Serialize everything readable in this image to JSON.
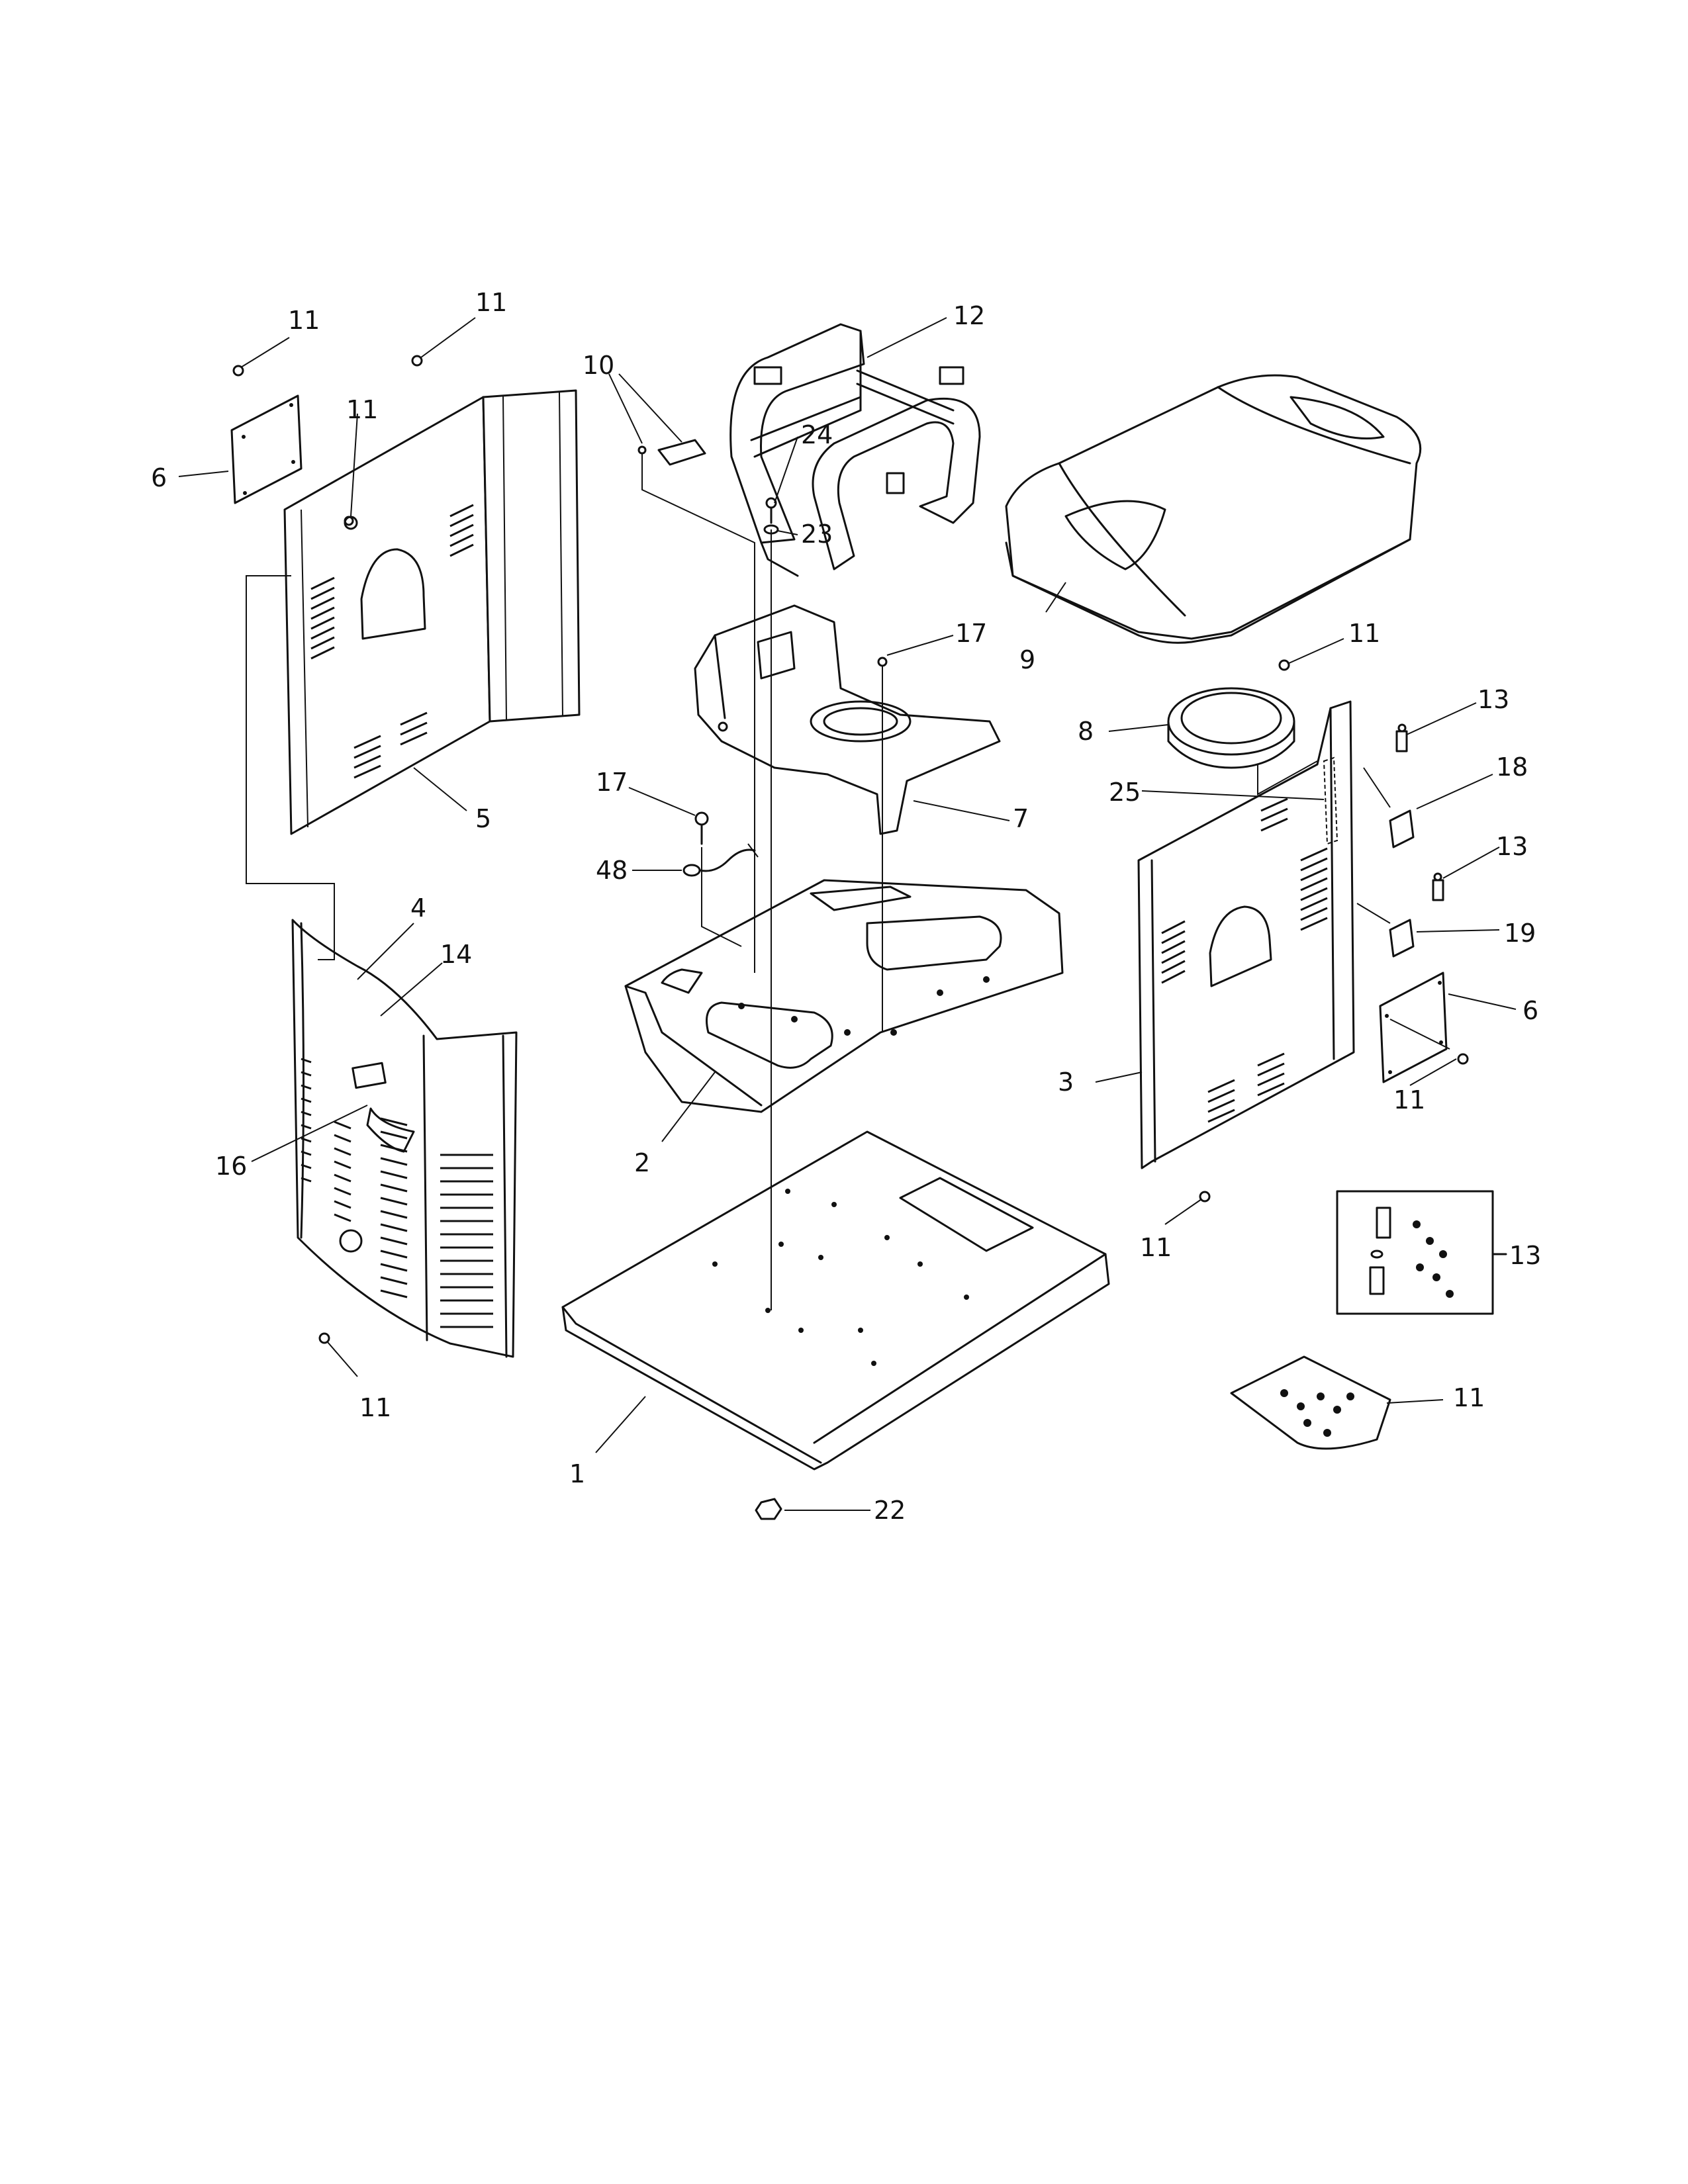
{
  "diagram": {
    "callouts": {
      "c1": "1",
      "c2": "2",
      "c3": "3",
      "c4": "4",
      "c5": "5",
      "c6a": "6",
      "c6b": "6",
      "c7": "7",
      "c8": "8",
      "c9": "9",
      "c10": "10",
      "c11a": "11",
      "c11b": "11",
      "c11c": "11",
      "c11d": "11",
      "c11e": "11",
      "c11f": "11",
      "c11g": "11",
      "c11h": "11",
      "c12": "12",
      "c13a": "13",
      "c13b": "13",
      "c13c": "13",
      "c14": "14",
      "c16": "16",
      "c17a": "17",
      "c17b": "17",
      "c18": "18",
      "c19": "19",
      "c22": "22",
      "c23": "23",
      "c24": "24",
      "c25": "25",
      "c48": "48"
    }
  }
}
